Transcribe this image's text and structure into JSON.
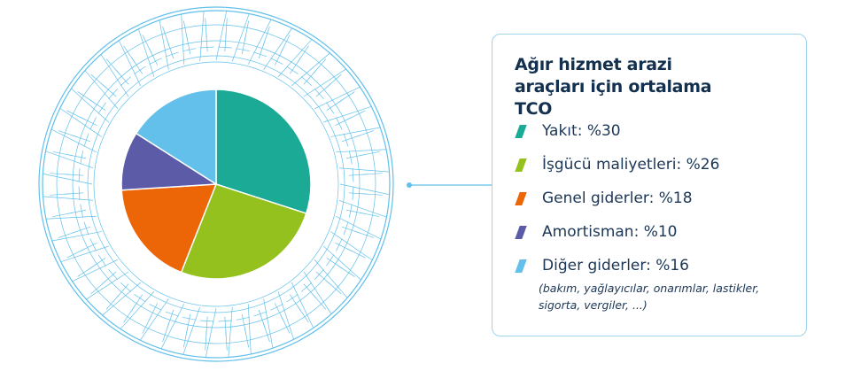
{
  "chart_data": {
    "type": "pie",
    "title": "Ağır hizmet arazi araçları için ortalama TCO",
    "categories": [
      "Yakıt",
      "İşgücü maliyetleri",
      "Genel giderler",
      "Amortisman",
      "Diğer giderler"
    ],
    "values": [
      30,
      26,
      18,
      10,
      16
    ],
    "colors": [
      "#1aaa96",
      "#95c11f",
      "#ec6608",
      "#5b5ba8",
      "#62c0ea"
    ],
    "legend": [
      {
        "label": "Yakıt: %30"
      },
      {
        "label": "İşgücü maliyetleri: %26"
      },
      {
        "label": "Genel giderler: %18"
      },
      {
        "label": "Amortisman: %10"
      },
      {
        "label": "Diğer giderler: %16"
      }
    ],
    "legend_placement": "right",
    "note": "(bakım, yağlayıcılar, onarımlar, lastikler, sigorta, vergiler, ...)"
  },
  "accent_color": "#62c0ea"
}
